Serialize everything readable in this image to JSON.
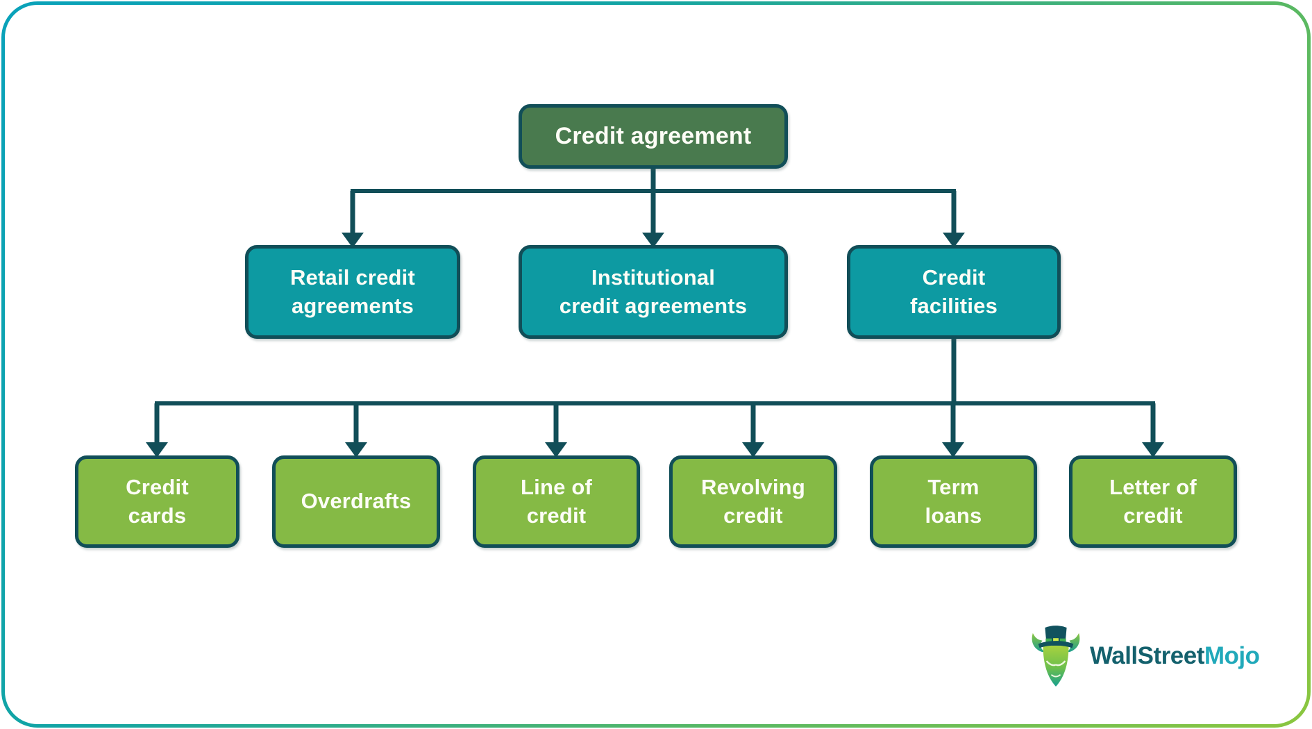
{
  "diagram": {
    "root": {
      "label": "Credit agreement"
    },
    "level2": [
      {
        "label": "Retail credit\nagreements"
      },
      {
        "label": "Institutional\ncredit agreements"
      },
      {
        "label": "Credit\nfacilities"
      }
    ],
    "level3": [
      {
        "label": "Credit\ncards"
      },
      {
        "label": "Overdrafts"
      },
      {
        "label": "Line of\ncredit"
      },
      {
        "label": "Revolving\ncredit"
      },
      {
        "label": "Term\nloans"
      },
      {
        "label": "Letter of\ncredit"
      }
    ]
  },
  "logo": {
    "brand_primary": "WallStreet",
    "brand_accent": "Mojo",
    "icon": "bull-mascot-icon"
  },
  "colors": {
    "root_fill": "#497a4e",
    "level2_fill": "#0d9aa2",
    "level3_fill": "#85ba45",
    "outline_and_lines": "#114e58",
    "frame_gradient_start": "#09a2ba",
    "frame_gradient_end": "#8bc63f",
    "label_text": "#fdfdf6",
    "logo_primary": "#14616d",
    "logo_accent": "#21a9ba"
  }
}
